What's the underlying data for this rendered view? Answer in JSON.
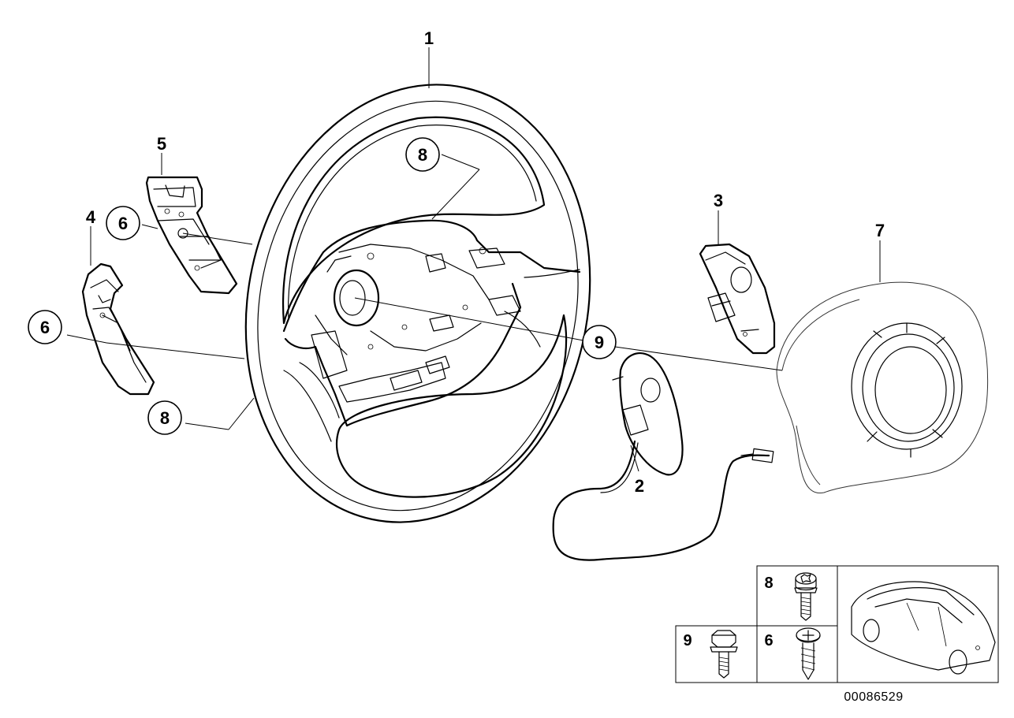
{
  "diagram": {
    "document_number": "00086529",
    "callouts": [
      {
        "id": "c1",
        "label": "1",
        "circled": false
      },
      {
        "id": "c2",
        "label": "2",
        "circled": false
      },
      {
        "id": "c3",
        "label": "3",
        "circled": false
      },
      {
        "id": "c4",
        "label": "4",
        "circled": false
      },
      {
        "id": "c5",
        "label": "5",
        "circled": false
      },
      {
        "id": "c6a",
        "label": "6",
        "circled": true
      },
      {
        "id": "c6b",
        "label": "6",
        "circled": true
      },
      {
        "id": "c7",
        "label": "7",
        "circled": false
      },
      {
        "id": "c8a",
        "label": "8",
        "circled": true
      },
      {
        "id": "c8b",
        "label": "8",
        "circled": true
      },
      {
        "id": "c9",
        "label": "9",
        "circled": true
      }
    ],
    "legend": {
      "cells": [
        {
          "label": "8",
          "icon": "torx-bolt-icon"
        },
        {
          "label": "9",
          "icon": "hex-bolt-icon"
        },
        {
          "label": "6",
          "icon": "phillips-screw-icon"
        }
      ],
      "vehicle_icon": "car-silhouette-icon"
    }
  }
}
